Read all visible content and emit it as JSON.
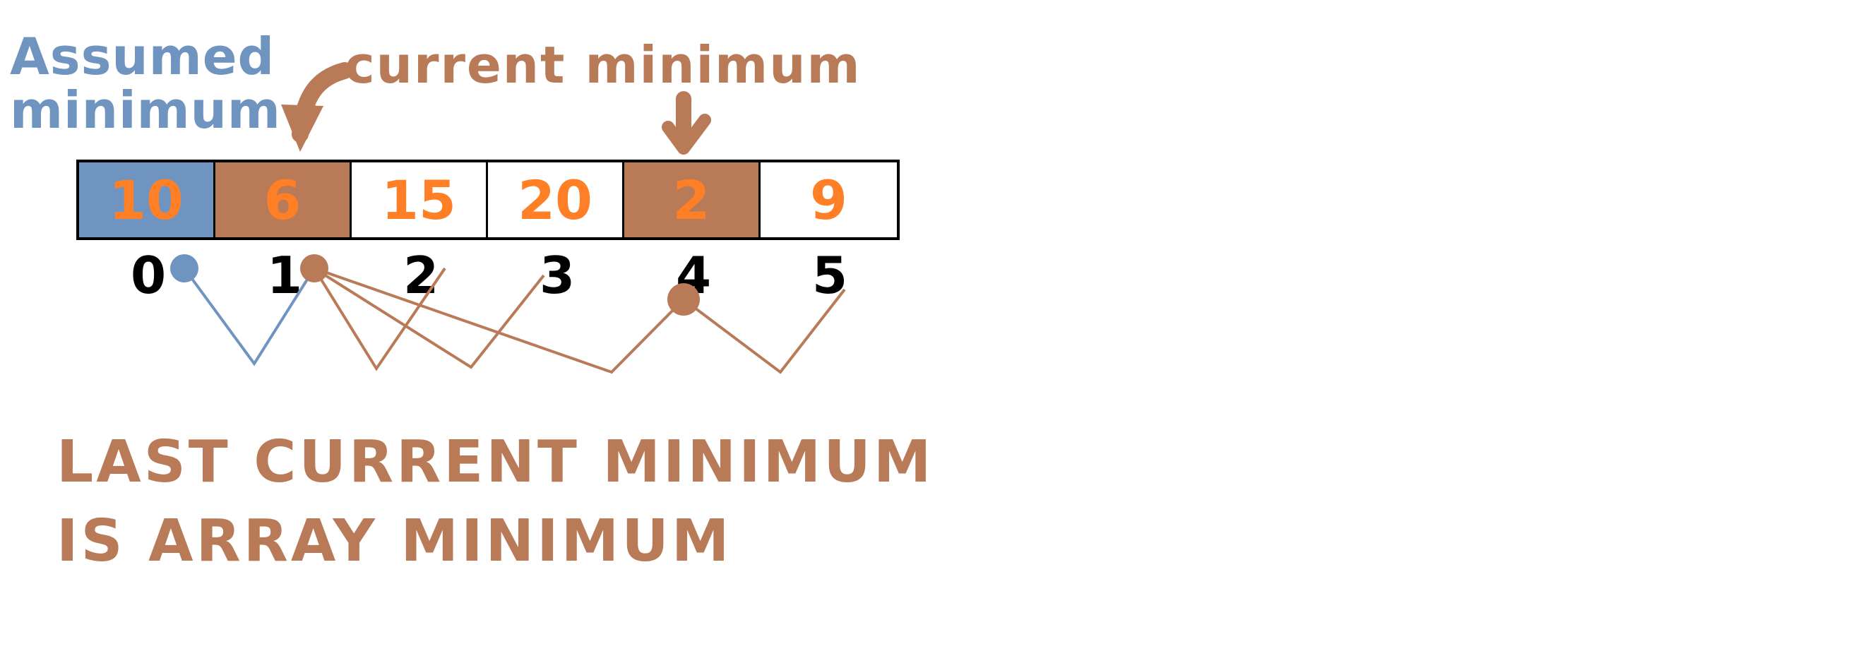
{
  "colors": {
    "assumed": "#7094c0",
    "current": "#b97a57",
    "value_text": "#ff7f27",
    "cell_plain": "#ffffff",
    "index_text": "#000000"
  },
  "labels": {
    "assumed_line1": "Assumed",
    "assumed_line2": "minimum",
    "current_minimum": "current minimum"
  },
  "array": {
    "cells": [
      {
        "value": "10",
        "role": "assumed"
      },
      {
        "value": "6",
        "role": "current"
      },
      {
        "value": "15",
        "role": "plain"
      },
      {
        "value": "20",
        "role": "plain"
      },
      {
        "value": "2",
        "role": "current"
      },
      {
        "value": "9",
        "role": "plain"
      }
    ],
    "indices": [
      "0",
      "1",
      "2",
      "3",
      "4",
      "5"
    ]
  },
  "caption": {
    "line1": "LAST CURRENT MINIMUM",
    "line2": "IS ARRAY MINIMUM"
  }
}
